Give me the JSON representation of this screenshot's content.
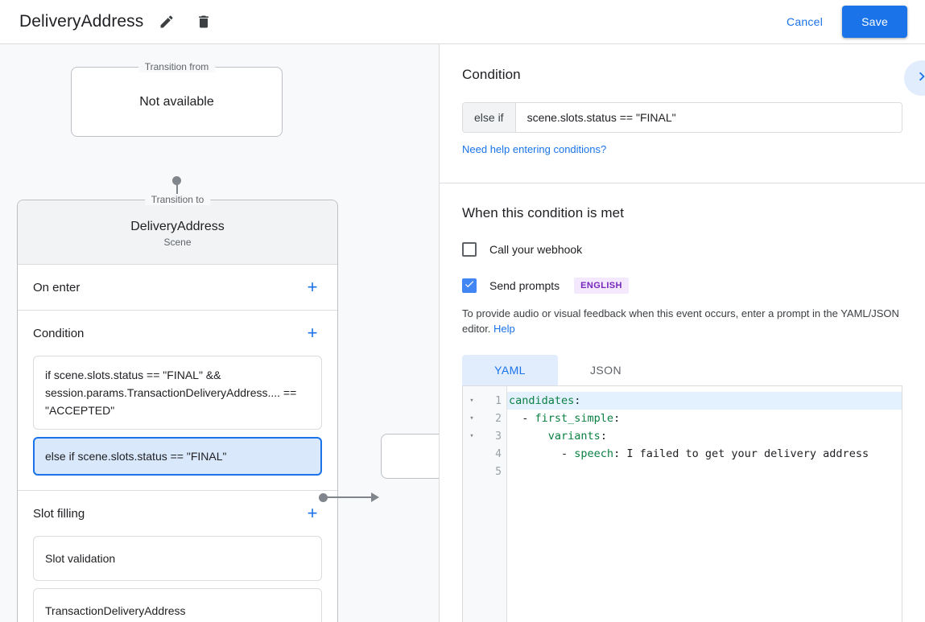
{
  "topbar": {
    "title": "DeliveryAddress",
    "edit_icon": "pencil-icon",
    "delete_icon": "trash-icon",
    "cancel_label": "Cancel",
    "save_label": "Save",
    "accent_color": "#1a73e8"
  },
  "canvas": {
    "transition_from": {
      "legend": "Transition from",
      "title": "Not available"
    },
    "transition_to": {
      "legend": "Transition to",
      "title": "DeliveryAddress",
      "subtitle": "Scene"
    },
    "sections": [
      {
        "title": "On enter",
        "add_label": "+",
        "items": []
      },
      {
        "title": "Condition",
        "add_label": "+",
        "items": [
          {
            "text": "if scene.slots.status == \"FINAL\" && session.params.TransactionDeliveryAddress.... == \"ACCEPTED\"",
            "selected": false
          },
          {
            "text": "else if scene.slots.status == \"FINAL\"",
            "selected": true
          }
        ]
      },
      {
        "title": "Slot filling",
        "add_label": "+",
        "items": [
          {
            "text": "Slot validation",
            "selected": false
          },
          {
            "text": "TransactionDeliveryAddress",
            "selected": false
          }
        ]
      }
    ]
  },
  "panel": {
    "condition": {
      "heading": "Condition",
      "prefix": "else if",
      "expression": "scene.slots.status == \"FINAL\"",
      "help_link": "Need help entering conditions?",
      "expand_icon": "chevron-right-icon"
    },
    "when_met": {
      "heading": "When this condition is met",
      "webhook": {
        "label": "Call your webhook",
        "checked": false
      },
      "prompts": {
        "label": "Send prompts",
        "checked": true,
        "badge": "ENGLISH",
        "badge_bg": "#f3e8fd",
        "badge_color": "#7627bb"
      },
      "hint_text": "To provide audio or visual feedback when this event occurs, enter a prompt in the YAML/JSON editor.",
      "hint_link": "Help"
    },
    "editor": {
      "tabs": [
        {
          "label": "YAML",
          "active": true
        },
        {
          "label": "JSON",
          "active": false
        }
      ],
      "line_numbers": [
        "1",
        "2",
        "3",
        "4",
        "5"
      ],
      "fold_markers": [
        "▾",
        "▾",
        "▾",
        "",
        ""
      ],
      "lines": [
        {
          "key": "candidates",
          "colon": ":",
          "indent": "",
          "dash": "",
          "value": "",
          "highlight": true
        },
        {
          "key": "first_simple",
          "colon": ":",
          "indent": "  ",
          "dash": "- ",
          "value": "",
          "highlight": false
        },
        {
          "key": "variants",
          "colon": ":",
          "indent": "      ",
          "dash": "",
          "value": "",
          "highlight": false
        },
        {
          "key": "speech",
          "colon": ":",
          "indent": "        ",
          "dash": "- ",
          "value": " I failed to get your delivery address",
          "highlight": false
        },
        {
          "key": "",
          "colon": "",
          "indent": "",
          "dash": "",
          "value": "",
          "highlight": false
        }
      ],
      "key_color": "#0b8043",
      "highlight_color": "#e3f0fd"
    }
  }
}
